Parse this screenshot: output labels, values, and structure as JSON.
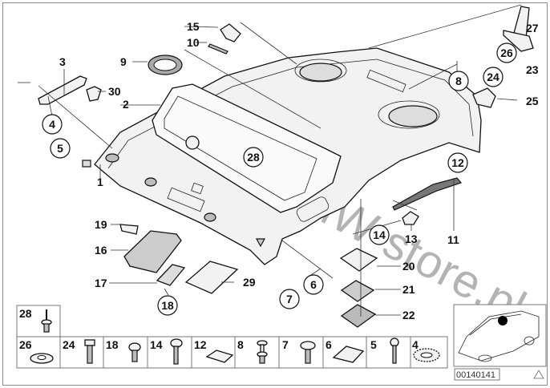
{
  "diagram": {
    "title": "Headlining / roof liner parts diagram",
    "watermark": "www.BMW-store.pl",
    "diagram_code": "00140141",
    "callouts": [
      {
        "id": "1",
        "circled": false
      },
      {
        "id": "2",
        "circled": false
      },
      {
        "id": "3",
        "circled": false
      },
      {
        "id": "4",
        "circled": true
      },
      {
        "id": "5",
        "circled": true
      },
      {
        "id": "6",
        "circled": true
      },
      {
        "id": "7",
        "circled": true
      },
      {
        "id": "8",
        "circled": true
      },
      {
        "id": "9",
        "circled": false
      },
      {
        "id": "10",
        "circled": false
      },
      {
        "id": "11",
        "circled": false
      },
      {
        "id": "12",
        "circled": true
      },
      {
        "id": "13",
        "circled": false
      },
      {
        "id": "14",
        "circled": true
      },
      {
        "id": "15",
        "circled": false
      },
      {
        "id": "16",
        "circled": false
      },
      {
        "id": "17",
        "circled": false
      },
      {
        "id": "18",
        "circled": true
      },
      {
        "id": "19",
        "circled": false
      },
      {
        "id": "20",
        "circled": false
      },
      {
        "id": "21",
        "circled": false
      },
      {
        "id": "22",
        "circled": false
      },
      {
        "id": "23",
        "circled": false
      },
      {
        "id": "24",
        "circled": true
      },
      {
        "id": "25",
        "circled": false
      },
      {
        "id": "26",
        "circled": true
      },
      {
        "id": "27",
        "circled": false
      },
      {
        "id": "28",
        "circled": true
      },
      {
        "id": "29",
        "circled": false
      },
      {
        "id": "30",
        "circled": false
      }
    ],
    "hardware_table": {
      "row1": [
        {
          "num": "28",
          "icon": "stud-bolt-icon"
        }
      ],
      "row2": [
        {
          "num": "26",
          "icon": "washer-icon"
        },
        {
          "num": "24",
          "icon": "hex-screw-icon"
        },
        {
          "num": "18",
          "icon": "pan-screw-icon"
        },
        {
          "num": "14",
          "icon": "long-screw-icon"
        },
        {
          "num": "12",
          "icon": "clip-icon"
        },
        {
          "num": "8",
          "icon": "expanding-rivet-icon"
        },
        {
          "num": "7",
          "icon": "flange-screw-icon"
        },
        {
          "num": "6",
          "icon": "square-plug-icon"
        },
        {
          "num": "5",
          "icon": "small-screw-icon"
        },
        {
          "num": "4",
          "icon": "lock-washer-icon"
        }
      ]
    },
    "locator": {
      "icon": "car-locator-icon",
      "warning_icon": "warning-triangle-icon"
    }
  }
}
